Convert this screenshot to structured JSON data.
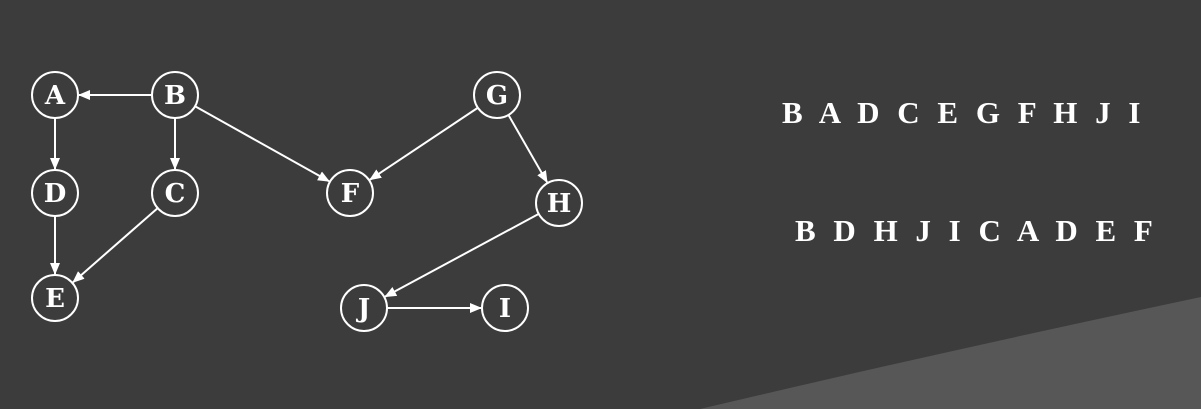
{
  "colors": {
    "background": "#3c3c3c",
    "corner_swoosh": "#575757",
    "foreground": "#ffffff"
  },
  "graph": {
    "nodes": [
      {
        "id": "A",
        "label": "A"
      },
      {
        "id": "B",
        "label": "B"
      },
      {
        "id": "C",
        "label": "C"
      },
      {
        "id": "D",
        "label": "D"
      },
      {
        "id": "E",
        "label": "E"
      },
      {
        "id": "F",
        "label": "F"
      },
      {
        "id": "G",
        "label": "G"
      },
      {
        "id": "H",
        "label": "H"
      },
      {
        "id": "I",
        "label": "I"
      },
      {
        "id": "J",
        "label": "J"
      }
    ],
    "edges": [
      {
        "from": "B",
        "to": "A"
      },
      {
        "from": "A",
        "to": "D"
      },
      {
        "from": "D",
        "to": "E"
      },
      {
        "from": "B",
        "to": "C"
      },
      {
        "from": "C",
        "to": "E"
      },
      {
        "from": "B",
        "to": "F"
      },
      {
        "from": "G",
        "to": "F"
      },
      {
        "from": "G",
        "to": "H"
      },
      {
        "from": "H",
        "to": "J"
      },
      {
        "from": "J",
        "to": "I"
      }
    ]
  },
  "sequences": [
    {
      "text": "B A D C E G F H J I"
    },
    {
      "text": "B D H J I C A D E F"
    }
  ]
}
